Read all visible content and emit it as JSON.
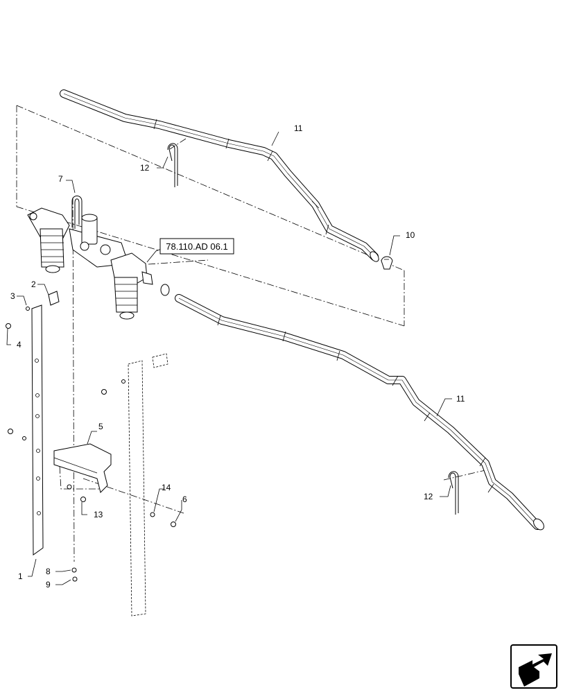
{
  "callouts": {
    "c1": "1",
    "c2": "2",
    "c3": "3",
    "c4": "4",
    "c5": "5",
    "c6": "6",
    "c7": "7",
    "c8": "8",
    "c9": "9",
    "c10": "10",
    "c11a": "11",
    "c11b": "11",
    "c12a": "12",
    "c12b": "12",
    "c13": "13",
    "c14": "14"
  },
  "reference": "78.110.AD 06.1",
  "icons": {
    "nav": "arrow-jump-icon"
  }
}
